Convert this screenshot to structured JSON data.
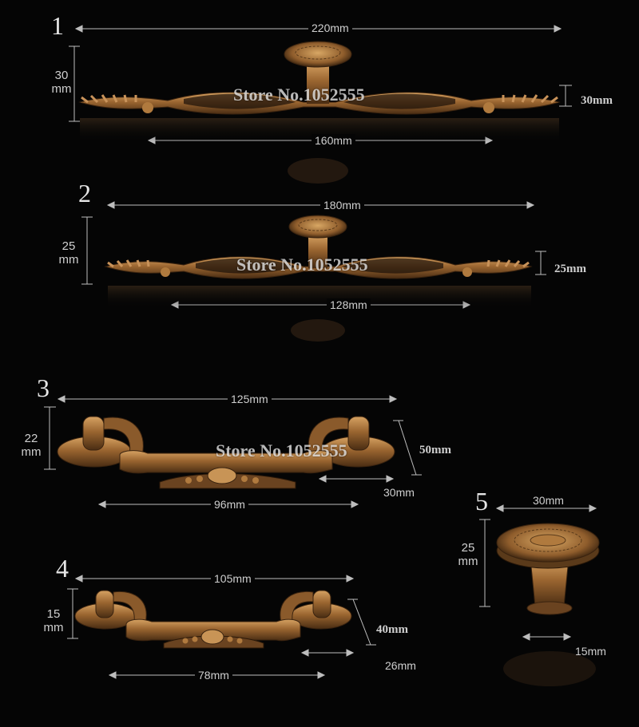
{
  "colors": {
    "bronze": "#8a5a2b",
    "bronze_light": "#c89456",
    "bronze_dark": "#3d2612",
    "line": "#bdbdbd",
    "background": "#050505"
  },
  "watermark": "Store No.1052555",
  "products": [
    {
      "number": "1",
      "total_length": "220mm",
      "height_line1": "30",
      "height_line2": "mm",
      "side_height": "30mm",
      "hole_spacing": "160mm"
    },
    {
      "number": "2",
      "total_length": "180mm",
      "height_line1": "25",
      "height_line2": "mm",
      "side_height": "25mm",
      "hole_spacing": "128mm"
    },
    {
      "number": "3",
      "total_length": "125mm",
      "height_line1": "22",
      "height_line2": "mm",
      "depth": "50mm",
      "end_width": "30mm",
      "hole_spacing": "96mm"
    },
    {
      "number": "4",
      "total_length": "105mm",
      "height_line1": "15",
      "height_line2": "mm",
      "depth": "40mm",
      "end_width": "26mm",
      "hole_spacing": "78mm"
    },
    {
      "number": "5",
      "diameter": "30mm",
      "height_line1": "25",
      "height_line2": "mm",
      "base_diameter": "15mm"
    }
  ]
}
